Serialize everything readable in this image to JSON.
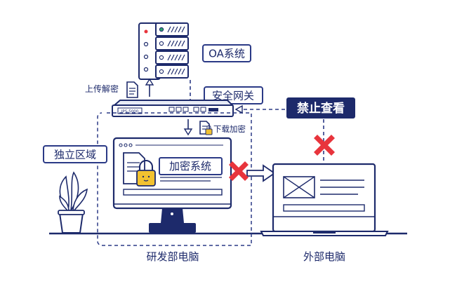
{
  "labels": {
    "oa_system": "OA系统",
    "security_gateway": "安全网关",
    "upload_decrypt": "上传解密",
    "download_encrypt": "下载加密",
    "independent_zone": "独立区域",
    "encryption_system": "加密系统",
    "no_viewing": "禁止查看",
    "rnd_computer": "研发部电脑",
    "external_computer": "外部电脑",
    "device_model": "IPS-5000"
  },
  "colors": {
    "navy": "#1d2a6b",
    "accent_blue": "#2b3a86",
    "light_blue": "#e8ecf6",
    "red": "#e8343c",
    "lock_yellow": "#f2c230",
    "plant_green": "#ffffff"
  },
  "icons": {
    "server": "server-rack-icon",
    "gateway": "network-gateway-icon",
    "doc": "document-icon",
    "lock": "padlock-icon",
    "blocked": "red-x-icon",
    "plant": "potted-plant-icon"
  }
}
